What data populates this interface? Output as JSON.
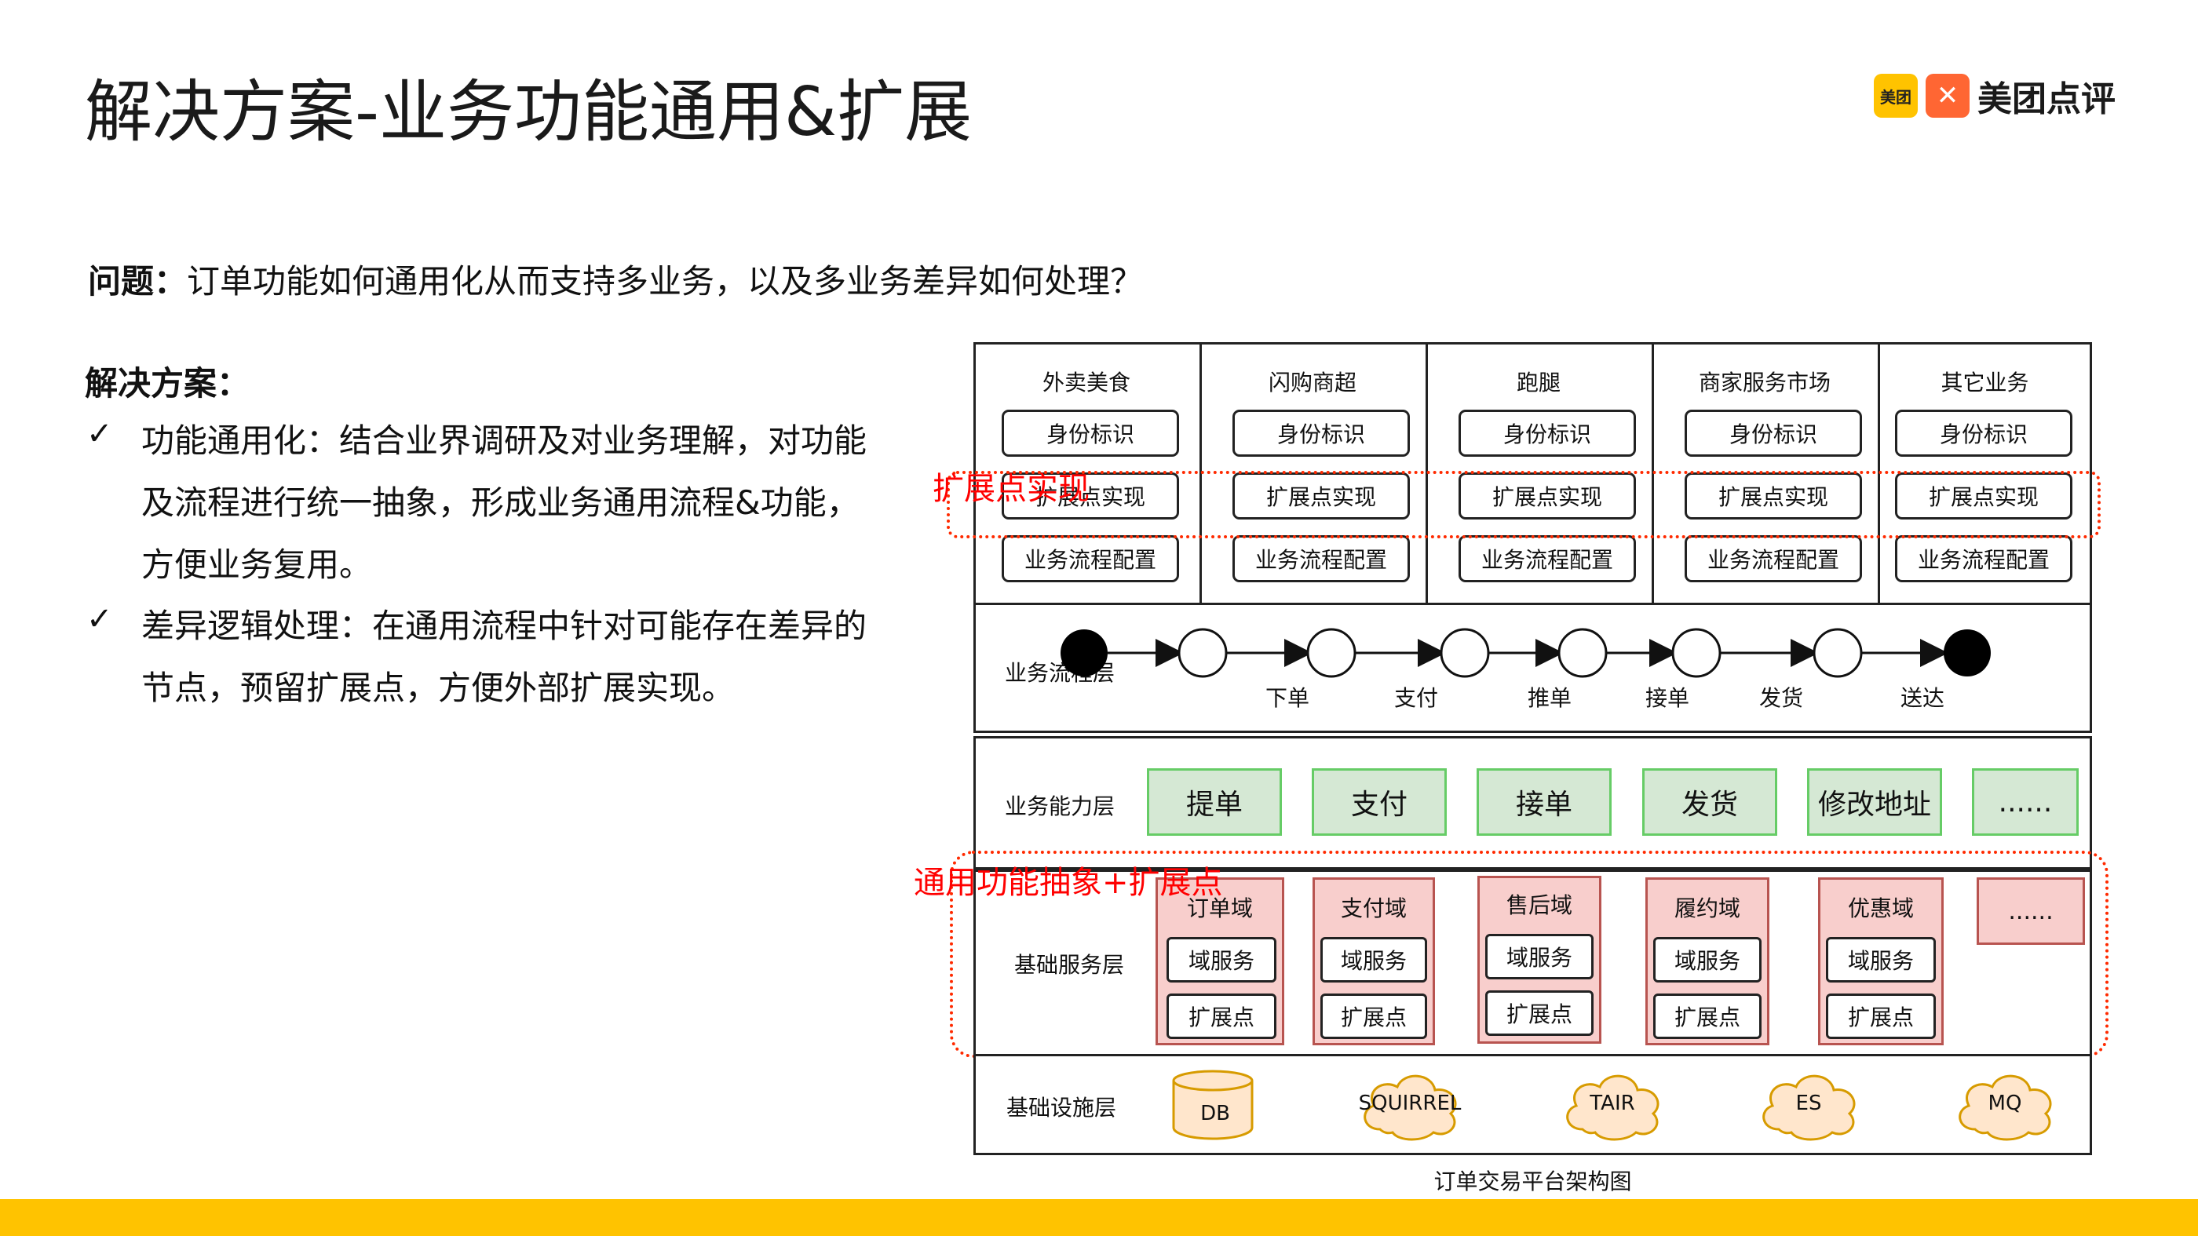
{
  "slide": {
    "title": "解决方案-业务功能通用&扩展",
    "logo": {
      "badge": "美团",
      "mark": "✕",
      "name": "美团点评"
    },
    "question_label": "问题：",
    "question_text": "订单功能如何通用化从而支持多业务，以及多业务差异如何处理？",
    "solution_heading": "解决方案：",
    "bullets": [
      {
        "mark": "✓",
        "text": "功能通用化：结合业界调研及对业务理解，对功能及流程进行统一抽象，形成业务通用流程&功能，方便业务复用。"
      },
      {
        "mark": "✓",
        "text": "差异逻辑处理：在通用流程中针对可能存在差异的节点，预留扩展点，方便外部扩展实现。"
      }
    ]
  },
  "diagram": {
    "caption": "订单交易平台架构图",
    "businesses": [
      {
        "name": "外卖美食",
        "id": "身份标识",
        "ext": "扩展点实现",
        "flow": "业务流程配置"
      },
      {
        "name": "闪购商超",
        "id": "身份标识",
        "ext": "扩展点实现",
        "flow": "业务流程配置"
      },
      {
        "name": "跑腿",
        "id": "身份标识",
        "ext": "扩展点实现",
        "flow": "业务流程配置"
      },
      {
        "name": "商家服务市场",
        "id": "身份标识",
        "ext": "扩展点实现",
        "flow": "业务流程配置"
      },
      {
        "name": "其它业务",
        "id": "身份标识",
        "ext": "扩展点实现",
        "flow": "业务流程配置"
      }
    ],
    "ext_highlight_label": "扩展点实现",
    "flow_layer": {
      "label": "业务流程层",
      "steps": [
        "下单",
        "支付",
        "推单",
        "接单",
        "发货",
        "送达"
      ]
    },
    "capability_layer": {
      "label": "业务能力层",
      "items": [
        "提单",
        "支付",
        "接单",
        "发货",
        "修改地址",
        "......"
      ]
    },
    "common_highlight_label": "通用功能抽象+扩展点",
    "service_layer": {
      "label": "基础服务层",
      "domains": [
        {
          "name": "订单域",
          "service": "域服务",
          "ext": "扩展点"
        },
        {
          "name": "支付域",
          "service": "域服务",
          "ext": "扩展点"
        },
        {
          "name": "售后域",
          "service": "域服务",
          "ext": "扩展点"
        },
        {
          "name": "履约域",
          "service": "域服务",
          "ext": "扩展点"
        },
        {
          "name": "优惠域",
          "service": "域服务",
          "ext": "扩展点"
        }
      ],
      "more": "......"
    },
    "infra_layer": {
      "label": "基础设施层",
      "items": [
        "DB",
        "SQUIRREL",
        "TAIR",
        "ES",
        "MQ"
      ]
    }
  },
  "colors": {
    "accent_yellow": "#FFC300",
    "highlight_red": "#FF0000",
    "capability_fill": "#D5E8D4",
    "domain_fill": "#F8CECC",
    "infra_fill": "#FFE6CC"
  }
}
